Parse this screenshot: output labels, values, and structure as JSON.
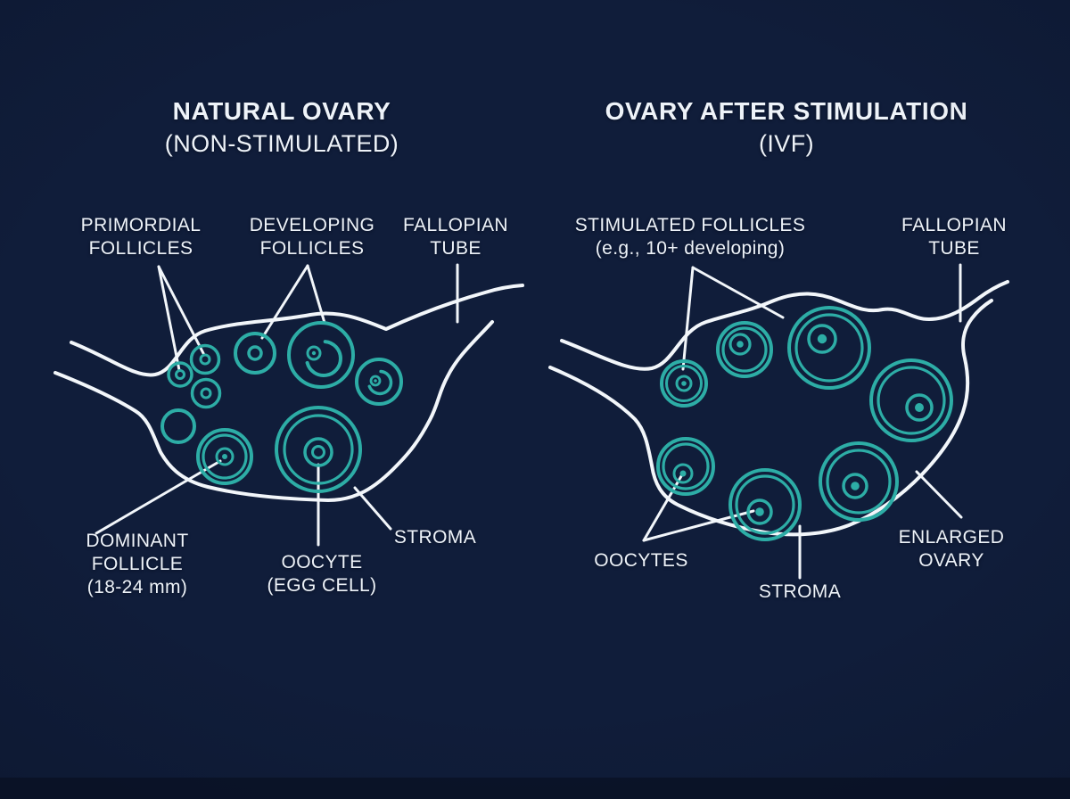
{
  "colors": {
    "background": "#101d3a",
    "outline_white": "#f2f6fa",
    "follicle_teal": "#2dada6",
    "text": "#eef3f9"
  },
  "left_panel": {
    "title_line1": "NATURAL OVARY",
    "title_line2": "(NON-STIMULATED)",
    "labels": {
      "primordial": {
        "line1": "PRIMORDIAL",
        "line2": "FOLLICLES"
      },
      "developing": {
        "line1": "DEVELOPING",
        "line2": "FOLLICLES"
      },
      "fallopian": {
        "line1": "FALLOPIAN",
        "line2": "TUBE"
      },
      "dominant": {
        "line1": "DOMINANT",
        "line2": "FOLLICLE",
        "line3": "(18-24 mm)"
      },
      "oocyte": {
        "line1": "OOCYTE",
        "line2": "(EGG CELL)"
      },
      "stroma": "STROMA"
    }
  },
  "right_panel": {
    "title_line1": "OVARY AFTER STIMULATION",
    "title_line2": "(IVF)",
    "labels": {
      "stimulated": {
        "line1": "STIMULATED FOLLICLES",
        "line2": "(e.g., 10+ developing)"
      },
      "fallopian": {
        "line1": "FALLOPIAN",
        "line2": "TUBE"
      },
      "oocytes": "OOCYTES",
      "stroma": "STROMA",
      "enlarged": {
        "line1": "ENLARGED",
        "line2": "OVARY"
      }
    }
  }
}
